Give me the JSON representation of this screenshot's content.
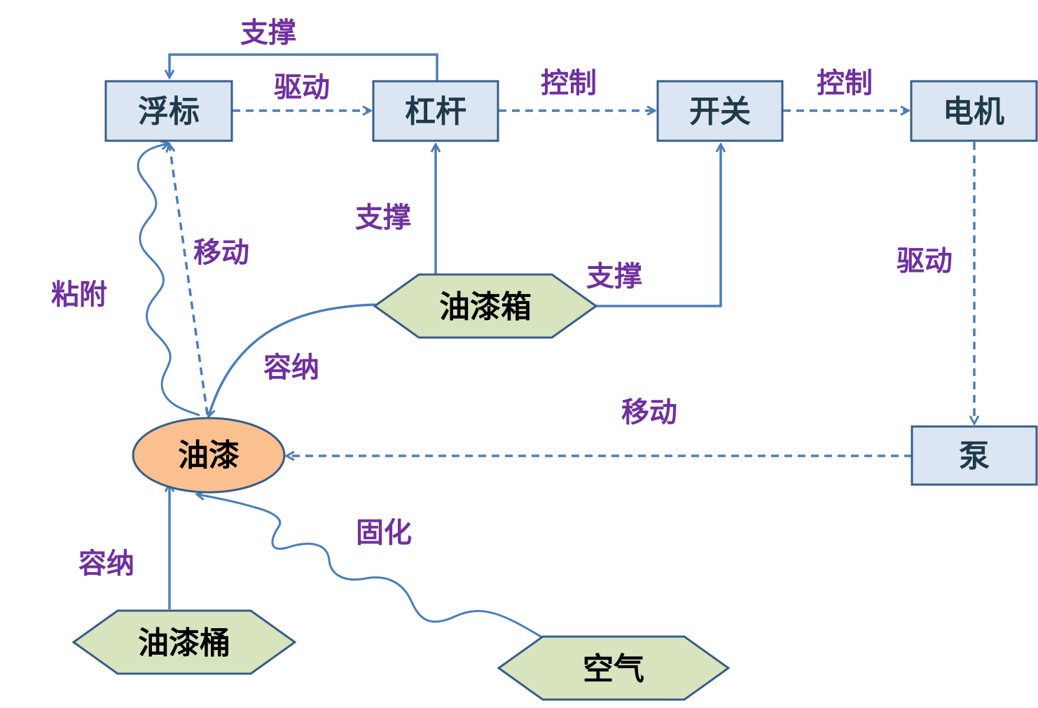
{
  "colors": {
    "box_fill": "#dce6f2",
    "box_stroke": "#385d8a",
    "hex_fill": "#d7e4bd",
    "hex_stroke": "#385d8a",
    "ellipse_fill": "#fac090",
    "arrow": "#4a7ebb",
    "edge_label": "#7030a0"
  },
  "nodes": {
    "float": {
      "label": "浮标"
    },
    "lever": {
      "label": "杠杆"
    },
    "switch": {
      "label": "开关"
    },
    "motor": {
      "label": "电机"
    },
    "pump": {
      "label": "泵"
    },
    "paint": {
      "label": "油漆"
    },
    "paint_tank": {
      "label": "油漆箱"
    },
    "paint_bucket": {
      "label": "油漆桶"
    },
    "air": {
      "label": "空气"
    }
  },
  "edges": {
    "lever_supports_float": {
      "label": "支撑"
    },
    "float_drives_lever": {
      "label": "驱动"
    },
    "lever_controls_switch": {
      "label": "控制"
    },
    "switch_controls_motor": {
      "label": "控制"
    },
    "tank_supports_lever": {
      "label": "支撑"
    },
    "tank_supports_switch": {
      "label": "支撑"
    },
    "paint_moves_float": {
      "label": "移动"
    },
    "paint_adheres_float": {
      "label": "粘附"
    },
    "tank_contains_paint": {
      "label": "容纳"
    },
    "motor_drives_pump": {
      "label": "驱动"
    },
    "pump_moves_paint": {
      "label": "移动"
    },
    "air_cures_paint": {
      "label": "固化"
    },
    "bucket_contains_paint": {
      "label": "容纳"
    }
  }
}
